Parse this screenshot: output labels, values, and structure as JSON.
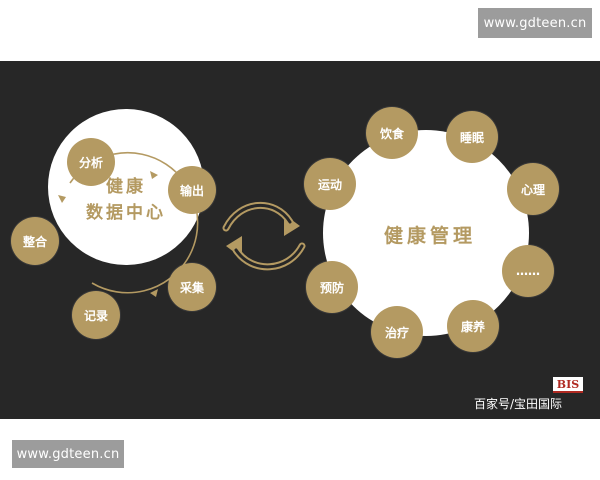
{
  "watermark": {
    "top": "www.gdteen.cn",
    "bottom": "www.gdteen.cn"
  },
  "diagram": {
    "left_center": {
      "line1": "健康",
      "line2": "数据中心"
    },
    "left_nodes": [
      "分析",
      "输出",
      "采集",
      "记录",
      "整合"
    ],
    "right_center": "健康管理",
    "right_nodes": [
      "饮食",
      "睡眠",
      "心理",
      "……",
      "康养",
      "治疗",
      "预防",
      "运动"
    ]
  },
  "footer": {
    "logo": "BIS",
    "source": "百家号/宝田国际"
  },
  "colors": {
    "background": "#272727",
    "accent": "#b49a62",
    "circle": "#ffffff"
  }
}
